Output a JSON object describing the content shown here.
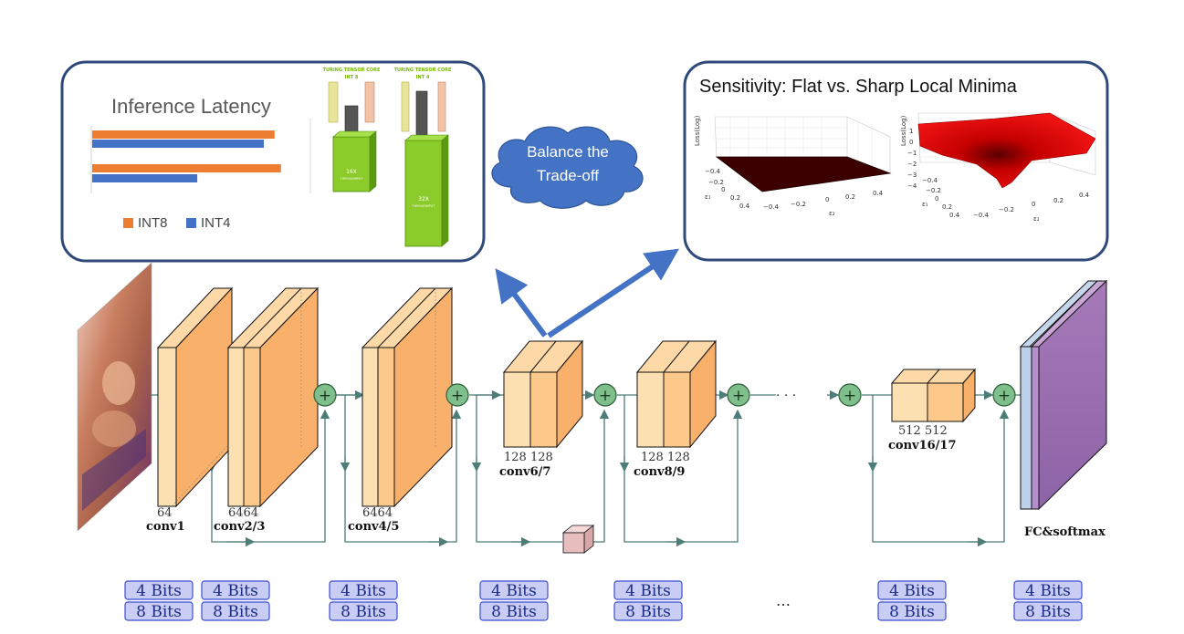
{
  "latency_panel": {
    "title": "Inference Latency",
    "legend": [
      {
        "label": "INT8",
        "color": "#ed7d31"
      },
      {
        "label": "INT4",
        "color": "#4472c4"
      }
    ],
    "bars": [
      {
        "series": "INT8",
        "value": 0.85
      },
      {
        "series": "INT4",
        "value": 0.8
      },
      {
        "series": "INT8",
        "value": 0.88
      },
      {
        "series": "INT4",
        "value": 0.49
      }
    ],
    "tensor_core_int8": {
      "header": "TURING TENSOR CORE",
      "sub": "INT 8",
      "throughput": "16X",
      "caption": "THROUGHPUT"
    },
    "tensor_core_int4": {
      "header": "TURING TENSOR CORE",
      "sub": "INT 4",
      "throughput": "32X",
      "caption": "THROUGHPUT"
    }
  },
  "cloud": {
    "line1": "Balance the",
    "line2": "Trade-off"
  },
  "sensitivity_panel": {
    "title": "Sensitivity: Flat vs. Sharp Local Minima",
    "zlabel": "Loss(Log)",
    "x_ticks": [
      "−0.4",
      "−0.2",
      "0",
      "0.2",
      "0.4"
    ],
    "y_ticks": [
      "−0.4",
      "−0.2",
      "0",
      "0.2",
      "0.4"
    ],
    "xlabel": "ε₁",
    "ylabel": "ε₂",
    "sharp_z_ticks": [
      "1",
      "0",
      "−1",
      "−2",
      "−3",
      "−4"
    ]
  },
  "network": {
    "layers": [
      {
        "name": "conv1",
        "channels": "64"
      },
      {
        "name": "conv2/3",
        "channels": "6464"
      },
      {
        "name": "conv4/5",
        "channels": "6464"
      },
      {
        "name": "conv6/7",
        "channels": "128 128"
      },
      {
        "name": "conv8/9",
        "channels": "128 128"
      },
      {
        "name": "conv16/17",
        "channels": "512 512"
      },
      {
        "name": "FC&softmax",
        "channels": ""
      }
    ],
    "ellipsis": "· · ·",
    "plus_symbol": "+"
  },
  "bit_groups": [
    {
      "top": "4 Bits",
      "bottom": "8 Bits"
    },
    {
      "top": "4 Bits",
      "bottom": "8 Bits"
    },
    {
      "top": "4 Bits",
      "bottom": "8 Bits"
    },
    {
      "top": "4 Bits",
      "bottom": "8 Bits"
    },
    {
      "top": "4 Bits",
      "bottom": "8 Bits"
    },
    {
      "top": "4 Bits",
      "bottom": "8 Bits"
    },
    {
      "top": "4 Bits",
      "bottom": "8 Bits"
    }
  ],
  "bits_ellipsis": "…",
  "colors": {
    "panel_border": "#2f4a7a",
    "arrow": "#4472c4",
    "block_face": "#fcc98a",
    "block_side": "#f5a45a",
    "connector": "#4c7d78",
    "plus_fill": "#7fbf8b",
    "bits_fill": "#c9cdf3",
    "bits_border": "#3b4fd1"
  }
}
